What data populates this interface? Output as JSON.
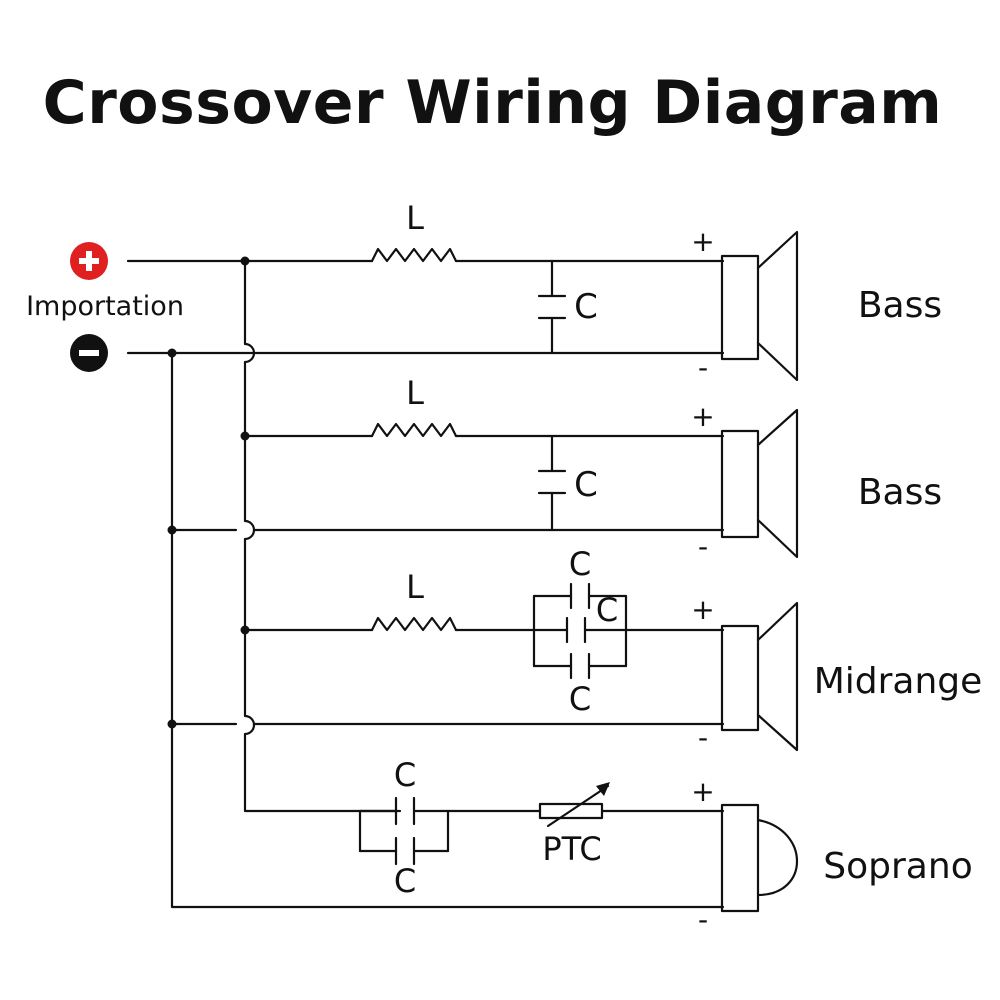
{
  "title": "Crossover Wiring Diagram",
  "input": {
    "label": "Importation",
    "positive_color": "#e02020",
    "negative_color": "#111111"
  },
  "components": {
    "inductor": "L",
    "capacitor": "C",
    "ptc": "PTC"
  },
  "polarity": {
    "plus": "+",
    "minus": "-"
  },
  "speakers": [
    "Bass",
    "Bass",
    "Midrange",
    "Soprano"
  ]
}
